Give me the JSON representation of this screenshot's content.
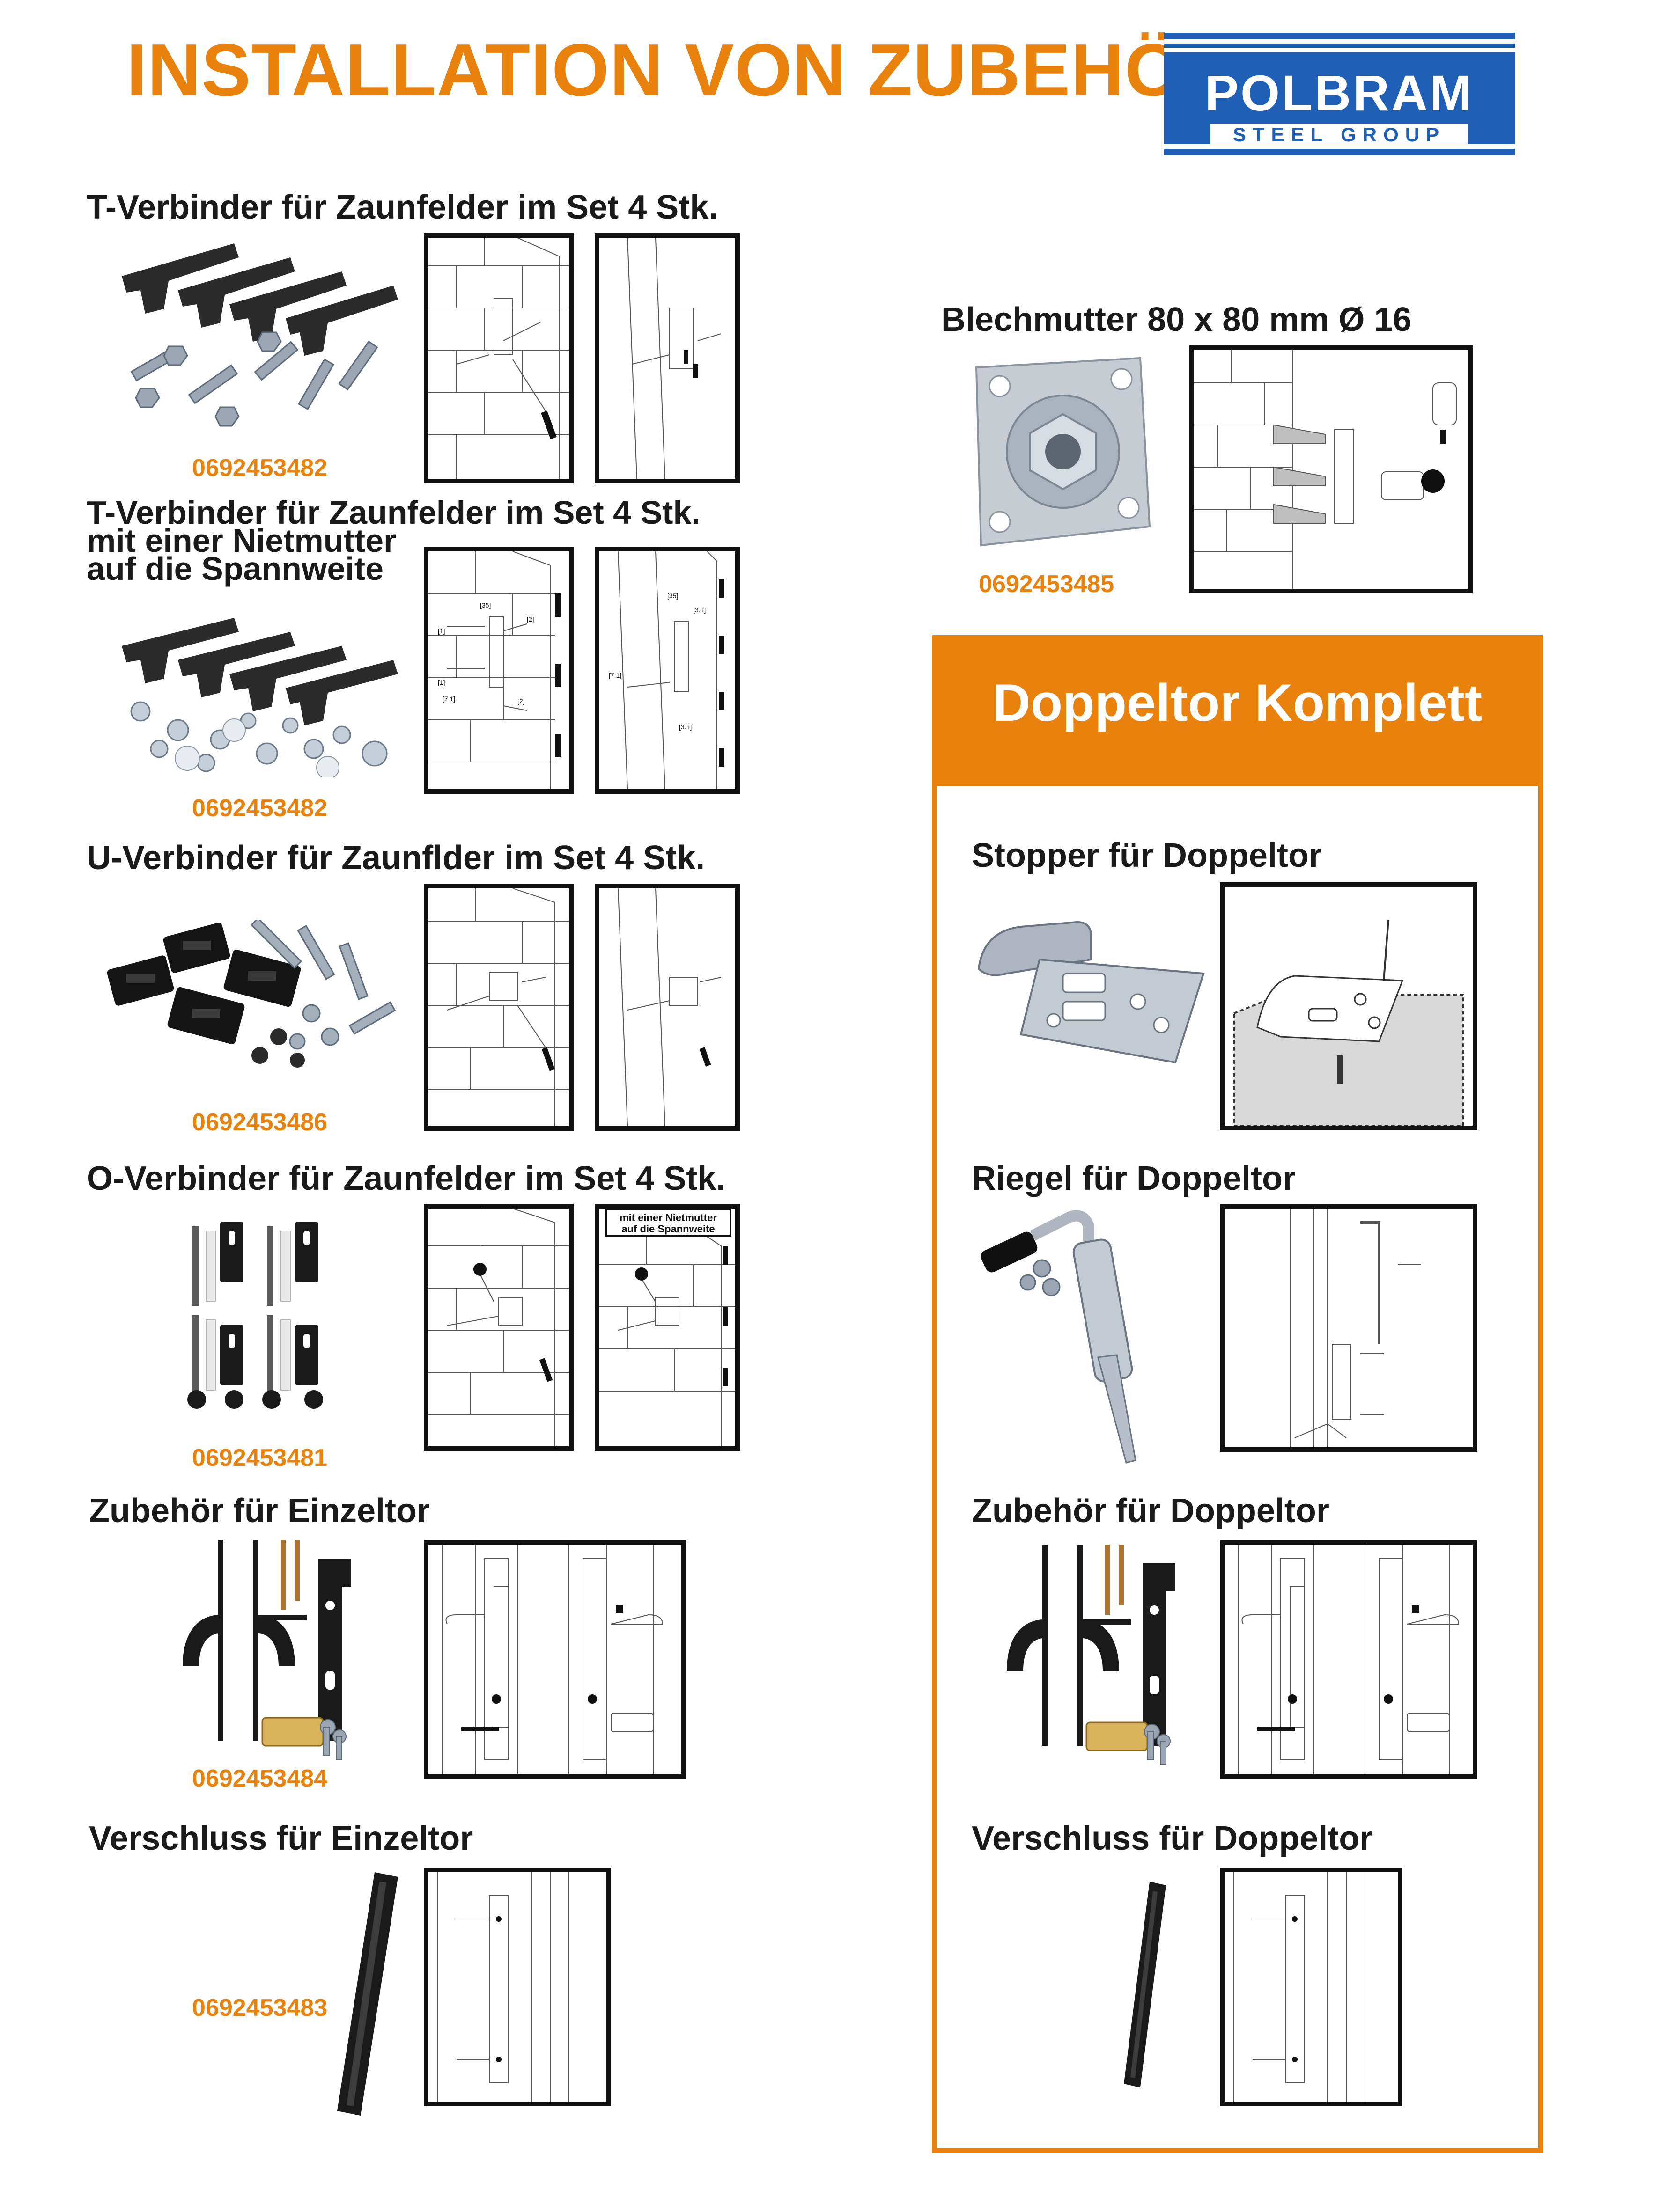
{
  "header": {
    "title": "INSTALLATION VON ZUBEHÖR",
    "logo_name": "POLBRAM",
    "logo_sub": "STEEL GROUP"
  },
  "left": [
    {
      "heading": "T-Verbinder für Zaunfelder im Set 4 Stk.",
      "code": "0692453482"
    },
    {
      "heading_lines": [
        "T-Verbinder für Zaunfelder im Set 4 Stk.",
        "mit einer Nietmutter",
        "auf die Spannweite"
      ],
      "code": "0692453482",
      "labels": [
        "[1]",
        "[35]",
        "[2]",
        "[1]",
        "[7.1]",
        "[2]",
        "[35]",
        "[3.1]",
        "[7.1]",
        "[3.1]"
      ]
    },
    {
      "heading": "U-Verbinder für Zaunflder im Set 4 Stk.",
      "code": "0692453486"
    },
    {
      "heading": "O-Verbinder für Zaunfelder im Set 4 Stk.",
      "code": "0692453481",
      "note_lines": [
        "mit einer Nietmutter",
        "auf die Spannweite"
      ]
    },
    {
      "heading": "Zubehör für Einzeltor",
      "code": "0692453484"
    },
    {
      "heading": "Verschluss für Einzeltor",
      "code": "0692453483"
    }
  ],
  "right": {
    "blech": {
      "heading": "Blechmutter 80 x 80 mm Ø 16",
      "code": "0692453485"
    },
    "box_title": "Doppeltor Komplett",
    "items": [
      {
        "heading": "Stopper für Doppeltor"
      },
      {
        "heading": "Riegel für Doppeltor"
      },
      {
        "heading": "Zubehör für Doppeltor"
      },
      {
        "heading": "Verschluss für Doppeltor"
      }
    ]
  },
  "colors": {
    "accent": "#e8820c",
    "brand": "#1f5fb5",
    "frame": "#111111"
  }
}
